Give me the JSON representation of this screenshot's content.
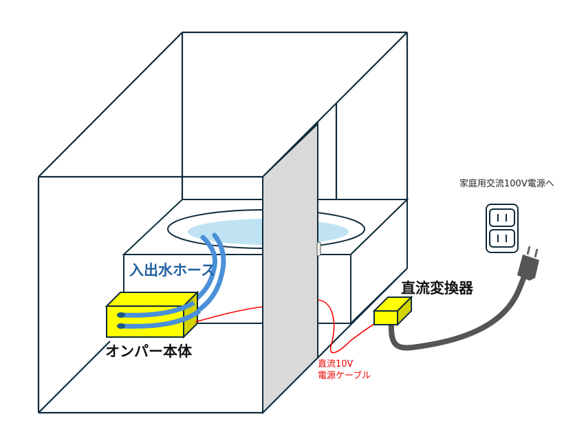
{
  "labels": {
    "hose": "入出水ホース",
    "ompa_body": "オンパー本体",
    "converter": "直流変換器",
    "power_source": "家庭用交流100V電源へ",
    "cable_line1": "直流10V",
    "cable_line2": "電源ケーブル"
  },
  "colors": {
    "outline": "#0d2a3a",
    "hose": "#4a90d9",
    "water": "#bfe3f2",
    "box": "#ffff00",
    "cable": "#ff0000",
    "cord": "#555555",
    "panel": "#d9d9d9"
  }
}
